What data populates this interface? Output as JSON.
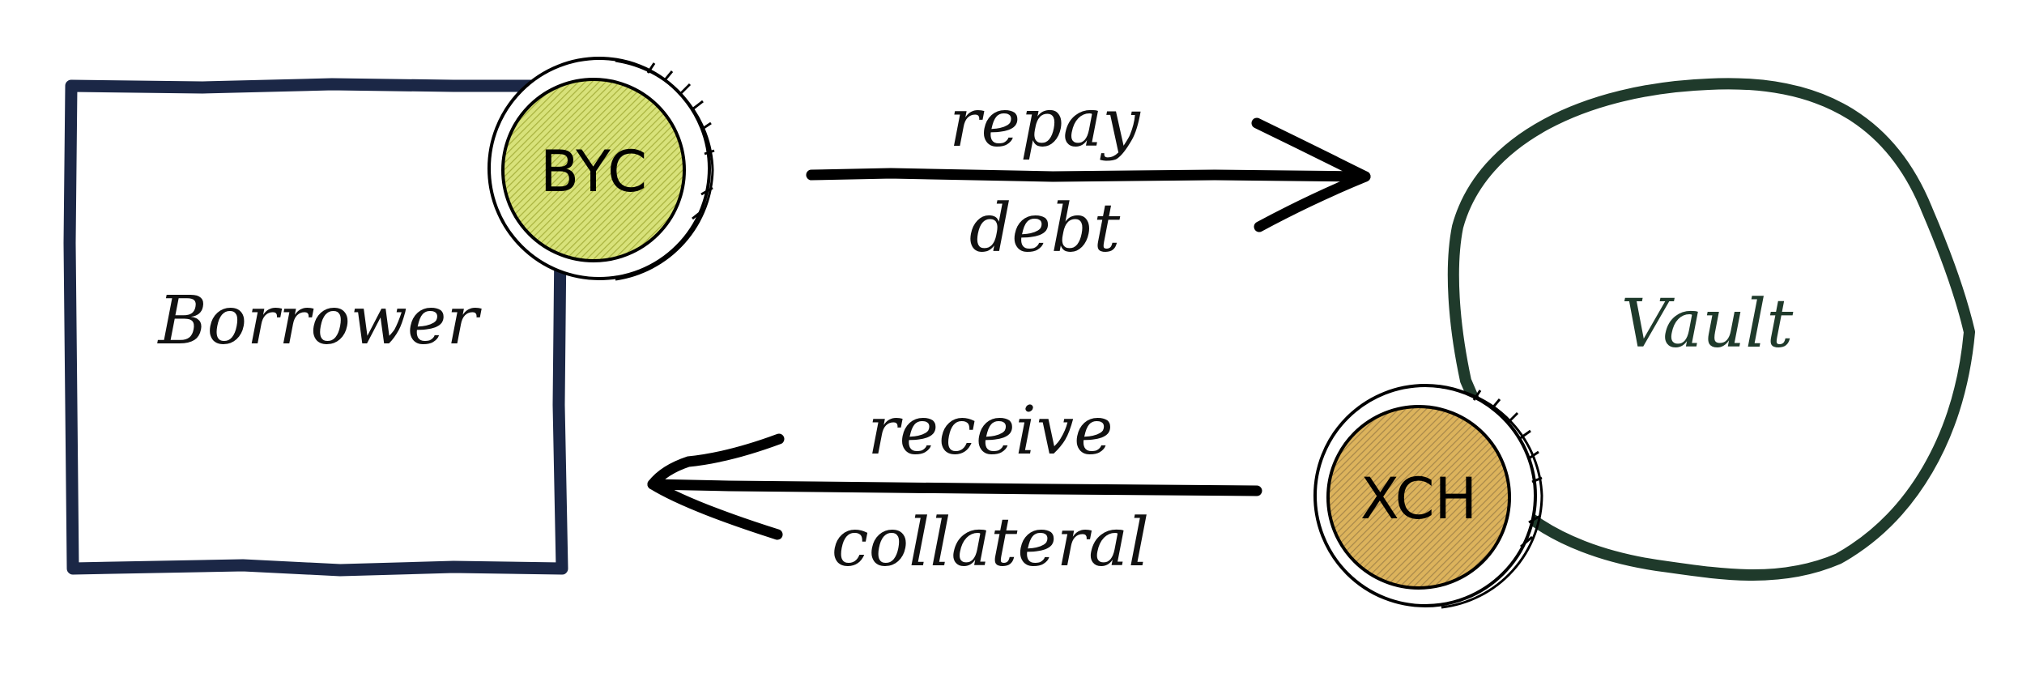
{
  "diagram": {
    "borrower": {
      "label": "Borrower",
      "stroke": "#1b2746"
    },
    "vault": {
      "label": "Vault",
      "stroke": "#1f3a2b"
    },
    "coins": [
      {
        "label": "BYC",
        "fill": "#c9d65a"
      },
      {
        "label": "XCH",
        "fill": "#c9a24e"
      }
    ],
    "arrows": [
      {
        "top_label": "repay",
        "bottom_label": "debt",
        "direction": "right"
      },
      {
        "top_label": "receive",
        "bottom_label": "collateral",
        "direction": "left"
      }
    ]
  }
}
